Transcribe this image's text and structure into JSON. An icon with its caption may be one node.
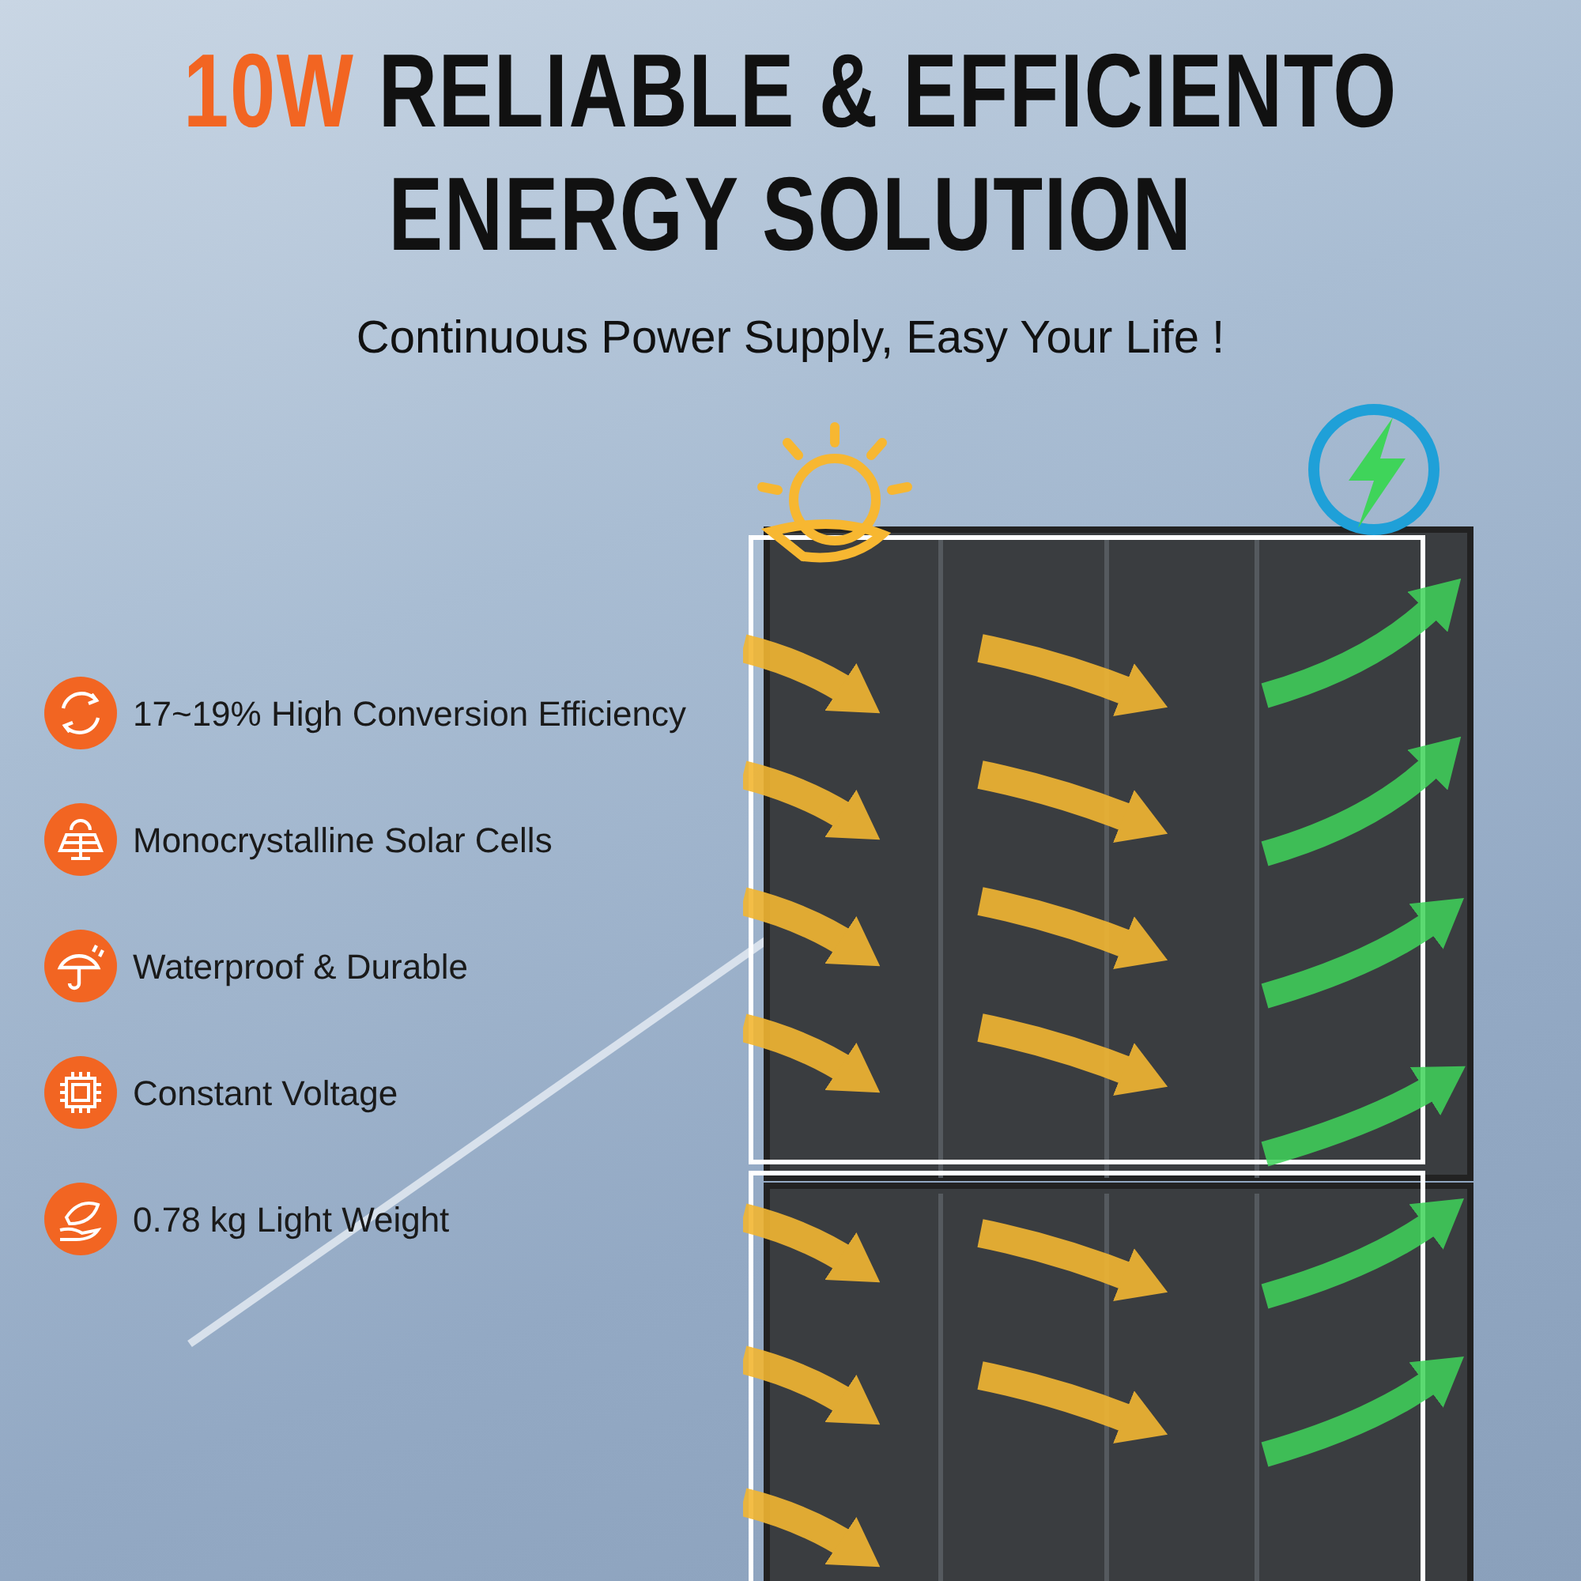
{
  "diagram": {
    "title": "10W RELIABLE & EFFICIENTO ENERGY SOLUTION",
    "labels": [
      "Continuous Power Supply, Easy Your Life !",
      "17~19% High Conversion Efficiency",
      "Monocrystalline Solar Cells",
      "Waterproof & Durable",
      "Constant Voltage",
      "0.78 kg Light Weight"
    ]
  }
}
